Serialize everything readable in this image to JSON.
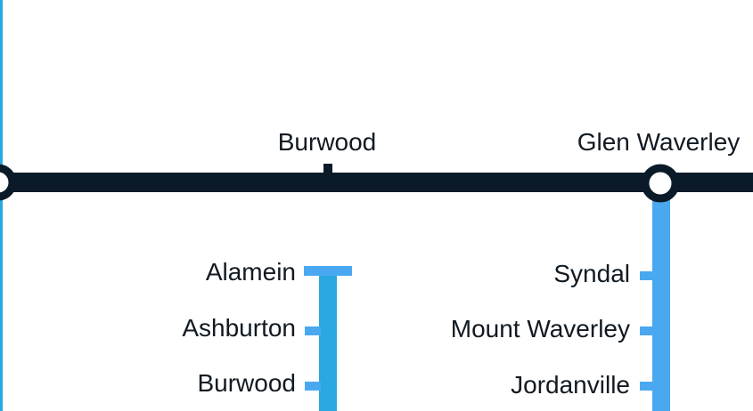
{
  "colors": {
    "mainline": "#0a1a28",
    "alamein_line": "#2aa8e0",
    "glen_waverley_line": "#4aa8f0",
    "left_line": "#29a9e1",
    "text": "#111a22",
    "station_fill": "#ffffff"
  },
  "stations": {
    "burwood_top": "Burwood",
    "glen_waverley": "Glen Waverley",
    "alamein": "Alamein",
    "ashburton": "Ashburton",
    "burwood_lower": "Burwood",
    "syndal": "Syndal",
    "mount_waverley": "Mount Waverley",
    "jordanville": "Jordanville"
  }
}
